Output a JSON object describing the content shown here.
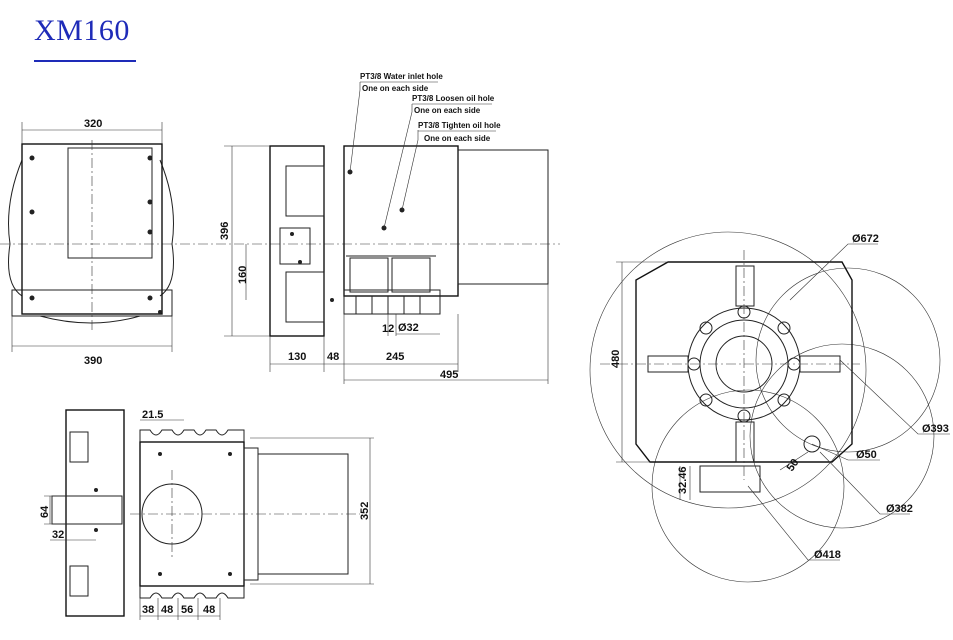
{
  "title": "XM160",
  "front_view": {
    "width_top": "320",
    "width_bottom": "390"
  },
  "side_view": {
    "height": "396",
    "center_height": "160",
    "dims": [
      "130",
      "48",
      "245",
      "495"
    ],
    "small": [
      "12",
      "Ø32"
    ],
    "notes": [
      {
        "code": "PT3/8",
        "text": "Water inlet hole",
        "sub": "One on each side"
      },
      {
        "code": "PT3/8",
        "text": "Loosen oil hole",
        "sub": "One on each side"
      },
      {
        "code": "PT3/8",
        "text": "Tighten oil hole",
        "sub": "One on each side"
      }
    ]
  },
  "top_view": {
    "top_dim": "21.5",
    "left_dims": [
      "64",
      "32"
    ],
    "right_dim": "352",
    "bottom_dims": [
      "38",
      "48",
      "56",
      "48"
    ]
  },
  "disc_view": {
    "height": "480",
    "diameters": [
      "Ø672",
      "Ø393",
      "Ø50",
      "Ø382",
      "Ø418"
    ],
    "small": [
      "50",
      "32.46"
    ]
  }
}
